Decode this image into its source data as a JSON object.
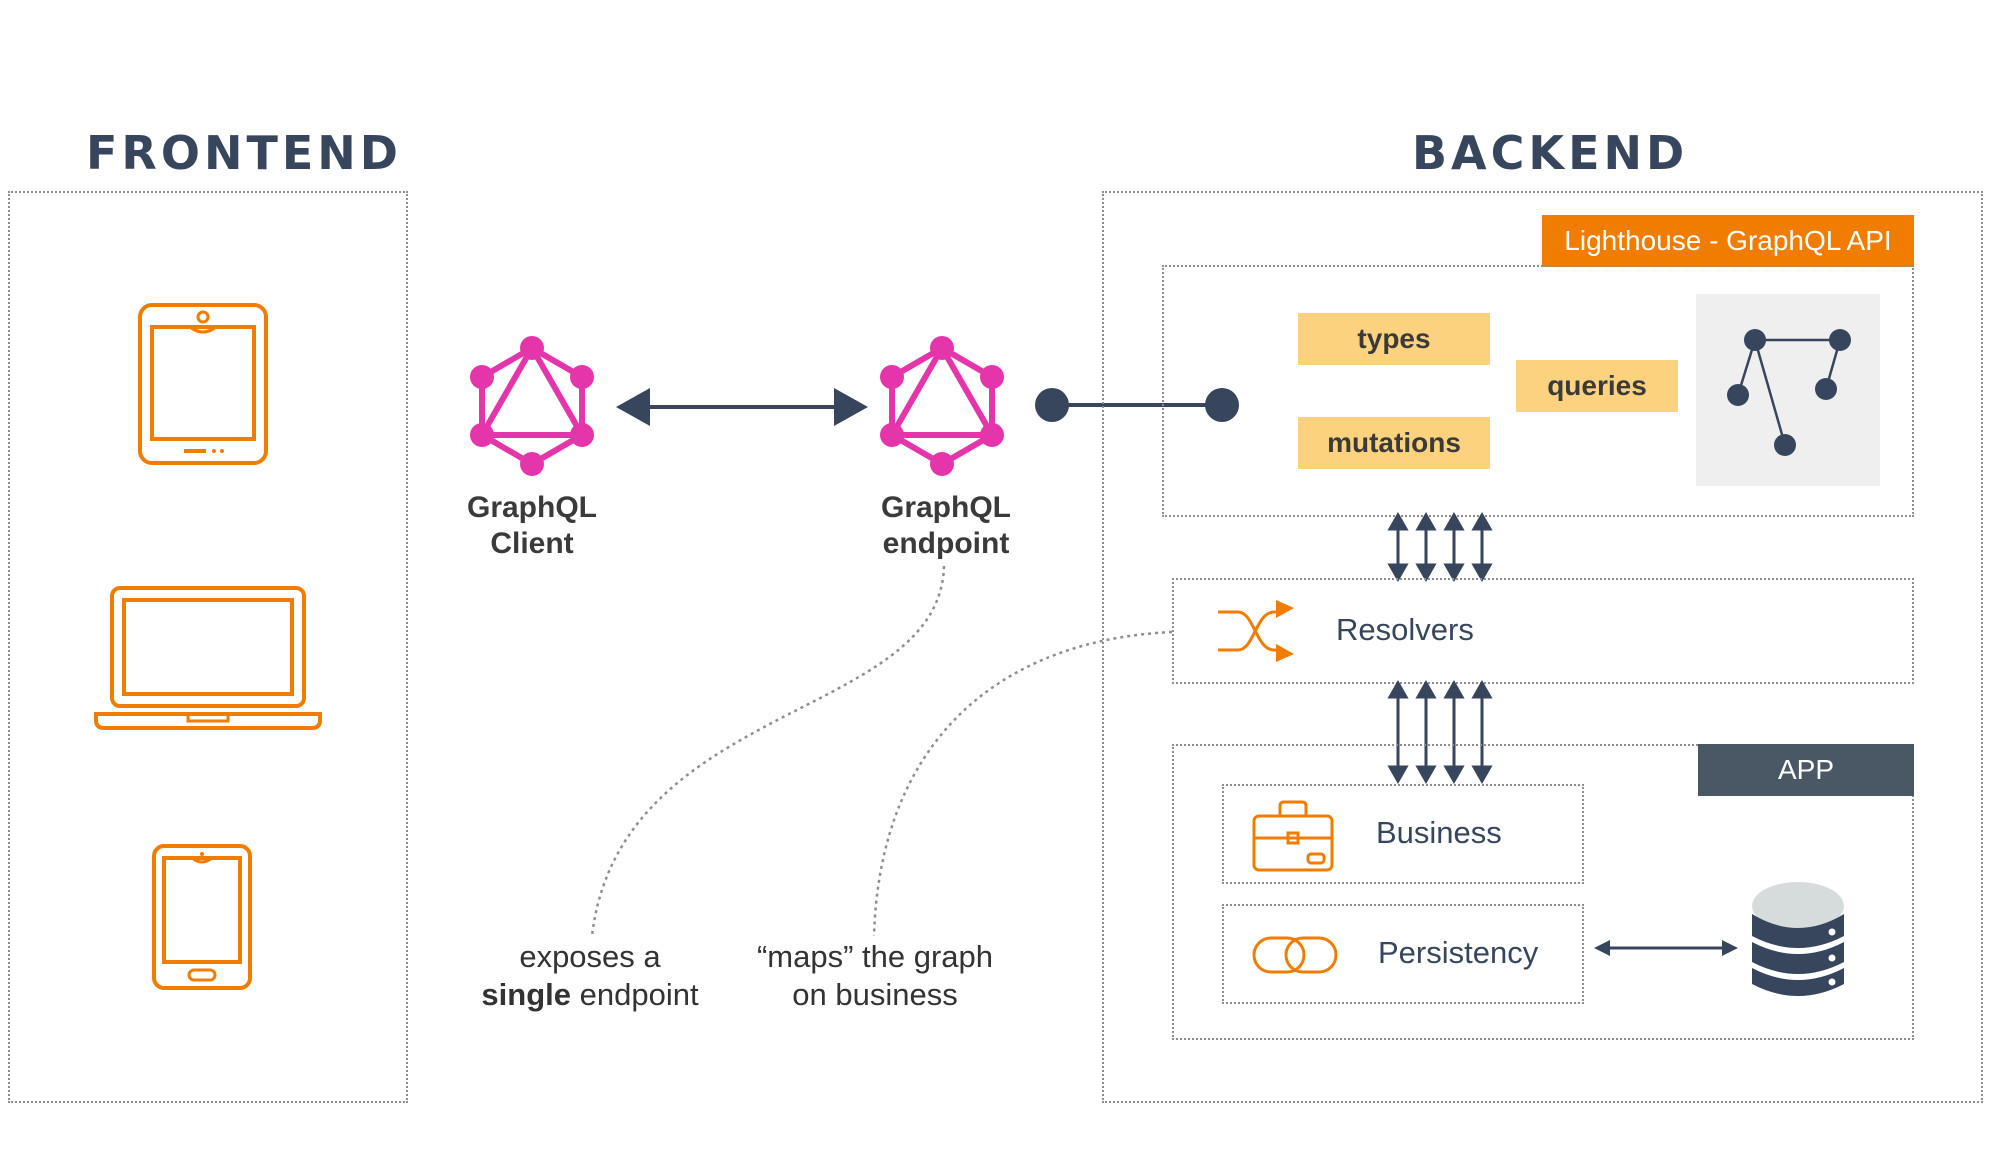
{
  "frontend": {
    "title": "FRONTEND"
  },
  "backend": {
    "title": "BACKEND"
  },
  "client": {
    "line1": "GraphQL",
    "line2": "Client"
  },
  "endpoint": {
    "line1": "GraphQL",
    "line2": "endpoint"
  },
  "api": {
    "banner": "Lighthouse - GraphQL API",
    "types": "types",
    "mutations": "mutations",
    "queries": "queries"
  },
  "resolvers": {
    "label": "Resolvers"
  },
  "app": {
    "banner": "APP",
    "business": "Business",
    "persistency": "Persistency"
  },
  "notes": {
    "single_prefix": "exposes a",
    "single_bold": "single",
    "single_suffix": " endpoint",
    "maps_line1": "“maps” the graph",
    "maps_line2": "on business"
  },
  "colors": {
    "orange": "#f07c00",
    "magenta": "#e535ab",
    "slate": "#37465c",
    "yellow": "#fcd27e"
  }
}
